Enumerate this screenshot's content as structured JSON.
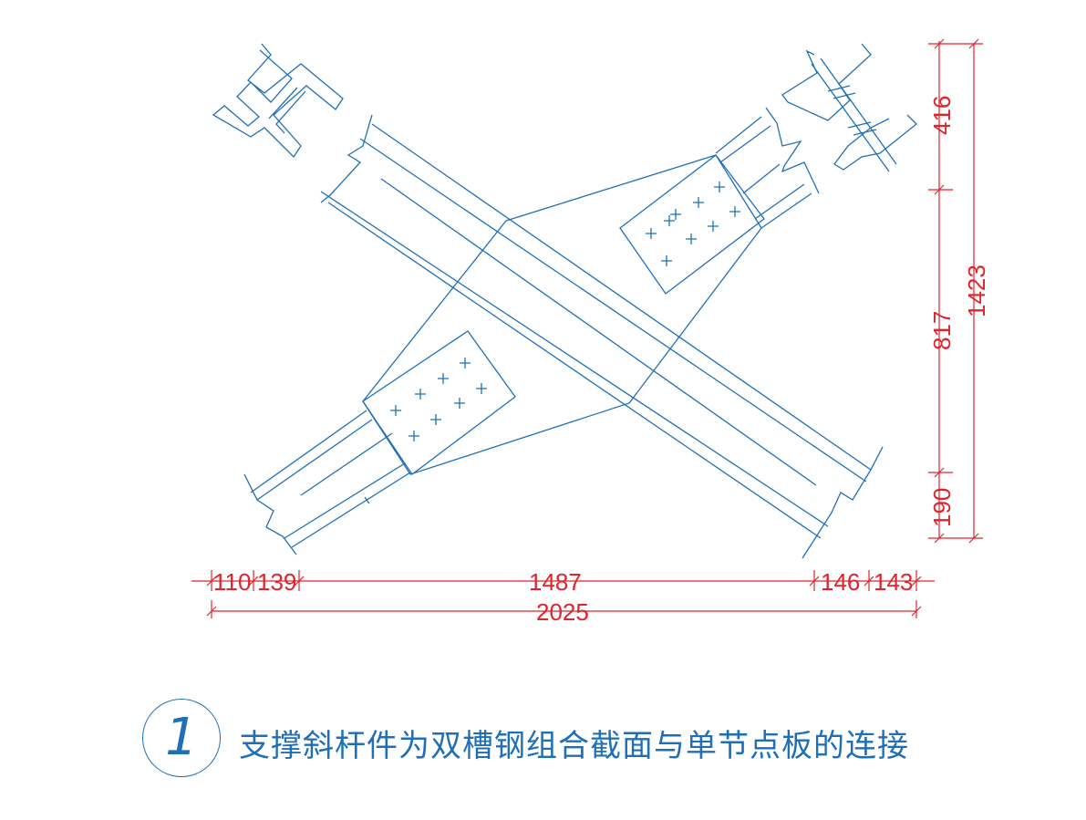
{
  "drawing": {
    "title": "支撑斜杆件为双槽钢组合截面与单节点板的连接",
    "detail_number": "1"
  },
  "dimensions": {
    "horizontal_top": [
      "110",
      "139",
      "1487",
      "146",
      "143"
    ],
    "horizontal_total": "2025",
    "vertical_inner": [
      "416",
      "817",
      "190"
    ],
    "vertical_total": "1423"
  },
  "colors": {
    "steel_lines": "#1f6fb8",
    "dimension_lines": "#e0242c"
  }
}
